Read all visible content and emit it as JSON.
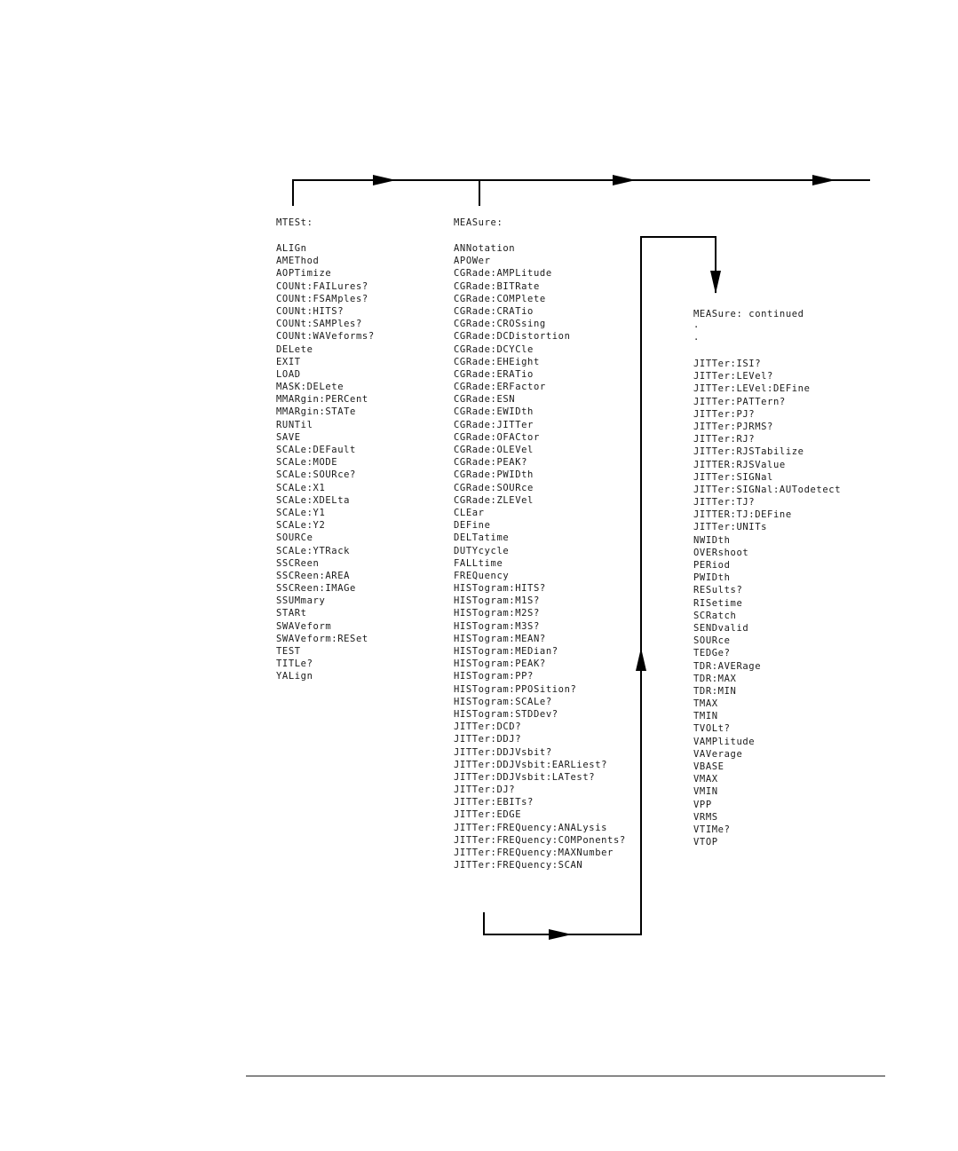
{
  "mtest": {
    "heading": "MTESt:",
    "items": [
      "ALIGn",
      "AMEThod",
      "AOPTimize",
      "COUNt:FAILures?",
      "COUNt:FSAMples?",
      "COUNt:HITS?",
      "COUNt:SAMPles?",
      "COUNt:WAVeforms?",
      "DELete",
      "EXIT",
      "LOAD",
      "MASK:DELete",
      "MMARgin:PERCent",
      "MMARgin:STATe",
      "RUNTil",
      "SAVE",
      "SCALe:DEFault",
      "SCALe:MODE",
      "SCALe:SOURce?",
      "SCALe:X1",
      "SCALe:XDELta",
      "SCALe:Y1",
      "SCALe:Y2",
      "SOURCe",
      "SCALe:YTRack",
      "SSCReen",
      "SSCReen:AREA",
      "SSCReen:IMAGe",
      "SSUMmary",
      "STARt",
      "SWAVeform",
      "SWAVeform:RESet",
      "TEST",
      "TITLe?",
      "YALign"
    ]
  },
  "measure": {
    "heading": "MEASure:",
    "items": [
      "ANNotation",
      "APOWer",
      "CGRade:AMPLitude",
      "CGRade:BITRate",
      "CGRade:COMPlete",
      "CGRade:CRATio",
      "CGRade:CROSsing",
      "CGRade:DCDistortion",
      "CGRade:DCYCle",
      "CGRade:EHEight",
      "CGRade:ERATio",
      "CGRade:ERFactor",
      "CGRade:ESN",
      "CGRade:EWIDth",
      "CGRade:JITTer",
      "CGRade:OFACtor",
      "CGRade:OLEVel",
      "CGRade:PEAK?",
      "CGRade:PWIDth",
      "CGRade:SOURce",
      "CGRade:ZLEVel",
      "CLEar",
      "DEFine",
      "DELTatime",
      "DUTYcycle",
      "FALLtime",
      "FREQuency",
      "HISTogram:HITS?",
      "HISTogram:M1S?",
      "HISTogram:M2S?",
      "HISTogram:M3S?",
      "HISTogram:MEAN?",
      "HISTogram:MEDian?",
      "HISTogram:PEAK?",
      "HISTogram:PP?",
      "HISTogram:PPOSition?",
      "HISTogram:SCALe?",
      "HISTogram:STDDev?",
      "JITTer:DCD?",
      "JITTer:DDJ?",
      "JITTer:DDJVsbit?",
      "JITTer:DDJVsbit:EARLiest?",
      "JITTer:DDJVsbit:LATest?",
      "JITTer:DJ?",
      "JITTer:EBITs?",
      "JITTer:EDGE",
      "JITTer:FREQuency:ANALysis",
      "JITTer:FREQuency:COMPonents?",
      "JITTer:FREQuency:MAXNumber",
      "JITTer:FREQuency:SCAN"
    ]
  },
  "measure_continued": {
    "heading": "MEASure: continued",
    "ellipsis": [
      ".",
      "."
    ],
    "items": [
      "JITTer:ISI?",
      "JITTer:LEVel?",
      "JITTer:LEVel:DEFine",
      "JITTer:PATTern?",
      "JITTer:PJ?",
      "JITTer:PJRMS?",
      "JITTer:RJ?",
      "JITTer:RJSTabilize",
      "JITTER:RJSValue",
      "JITTer:SIGNal",
      "JITTer:SIGNal:AUTodetect",
      "JITTer:TJ?",
      "JITTER:TJ:DEFine",
      "JITTer:UNITs",
      "NWIDth",
      "OVERshoot",
      "PERiod",
      "PWIDth",
      "RESults?",
      "RISetime",
      "SCRatch",
      "SENDvalid",
      "SOURce",
      "TEDGe?",
      "TDR:AVERage",
      "TDR:MAX",
      "TDR:MIN",
      "TMAX",
      "TMIN",
      "TVOLt?",
      "VAMPlitude",
      "VAVerage",
      "VBASE",
      "VMAX",
      "VMIN",
      "VPP",
      "VRMS",
      "VTIMe?",
      "VTOP"
    ]
  }
}
